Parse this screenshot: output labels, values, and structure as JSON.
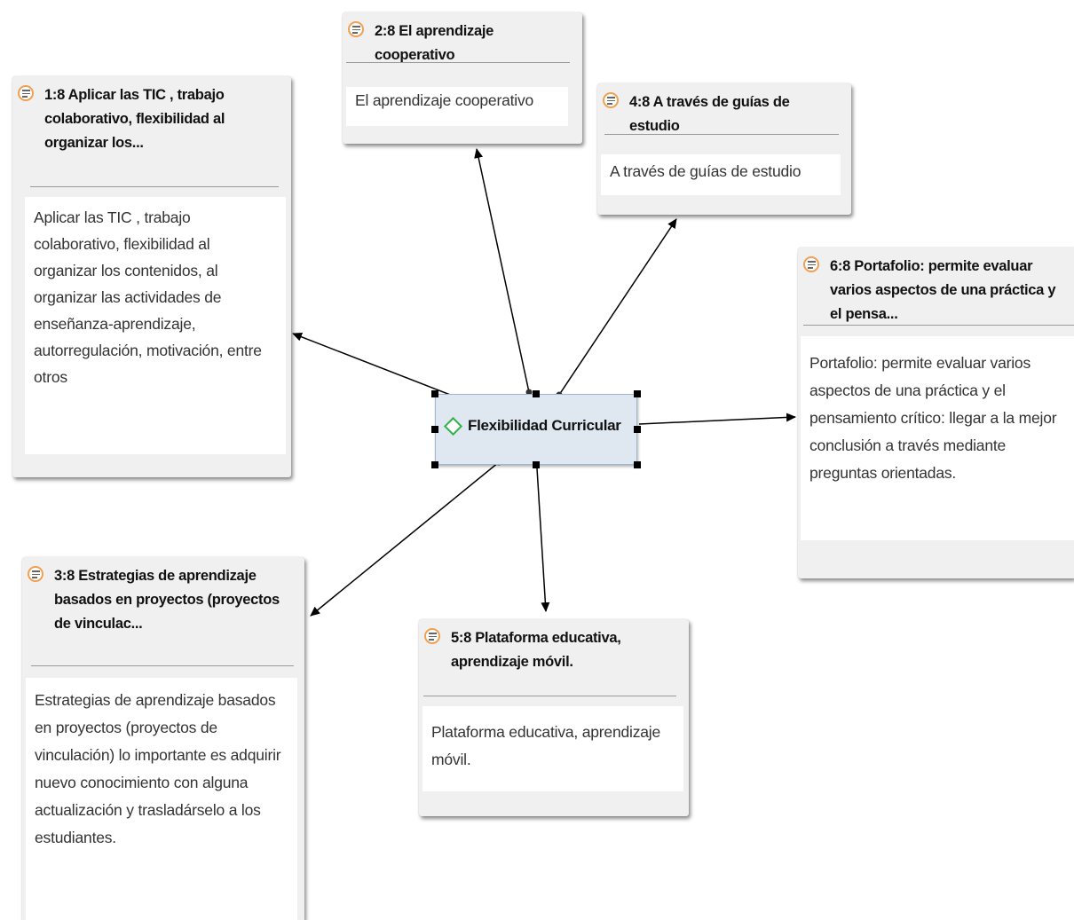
{
  "nodes": {
    "q1": {
      "title": "1:8 Aplicar  las TIC , trabajo colaborativo, flexibilidad al organizar los...",
      "text": "Aplicar  las TIC , trabajo colaborativo, flexibilidad al organizar los contenidos, al organizar las actividades de enseñanza-aprendizaje, autorregulación, motivación,  entre otros"
    },
    "q2": {
      "title": "2:8 El aprendizaje cooperativo",
      "text": "El aprendizaje cooperativo"
    },
    "q3": {
      "title": "3:8 Estrategias de aprendizaje basados en proyectos (proyectos de vinculac...",
      "text": "Estrategias de aprendizaje basados en proyectos (proyectos de vinculación) lo importante  es adquirir nuevo conocimiento con alguna actualización y trasladárselo a los estudiantes."
    },
    "q4": {
      "title": "4:8 A través de guías de estudio",
      "text": "A través de guías de estudio"
    },
    "q5": {
      "title": "5:8 Plataforma educativa, aprendizaje móvil.",
      "text": "Plataforma educativa, aprendizaje móvil."
    },
    "q6": {
      "title": "6:8 Portafolio: permite evaluar varios aspectos de una práctica y el pensa...",
      "text": "Portafolio: permite evaluar varios aspectos de una práctica y el pensamiento crítico:  llegar a la mejor conclusión a través mediante preguntas orientadas."
    }
  },
  "code": {
    "label": "Flexibilidad Curricular",
    "icon": "code-diamond-icon",
    "selected": true
  },
  "icons": {
    "quotation": "quotation-icon"
  },
  "colors": {
    "quotation_icon": "#f0a050",
    "code_icon": "#2fb34a",
    "selection": "#dfe7f1",
    "link": "#000000"
  }
}
